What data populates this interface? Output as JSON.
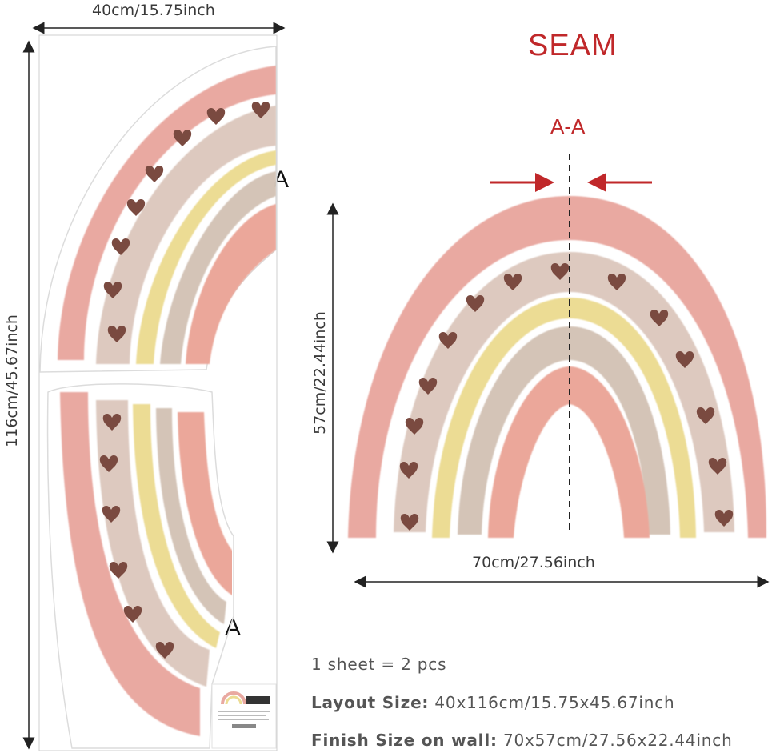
{
  "dimensions": {
    "sheet_width": "40cm/15.75inch",
    "sheet_height": "116cm/45.67inch",
    "rainbow_height": "57cm/22.44inch",
    "rainbow_width": "70cm/27.56inch"
  },
  "seam": {
    "title": "SEAM",
    "label": "A-A"
  },
  "markers": {
    "upper": "A",
    "lower": "A"
  },
  "info": {
    "pieces": "1 sheet = 2 pcs",
    "layout_label": "Layout Size:",
    "layout_value": "40x116cm/15.75x45.67inch",
    "finish_label": "Finish Size on wall:",
    "finish_value": "70x57cm/27.56x22.44inch"
  },
  "colors": {
    "outer_band": "#e9a9a1",
    "taupe_band": "#ddc9bf",
    "yellow_band": "#ecdc94",
    "grey_band": "#d4c4b7",
    "inner_band": "#eba79a",
    "heart": "#7a4a40",
    "seam_red": "#c0282a"
  }
}
